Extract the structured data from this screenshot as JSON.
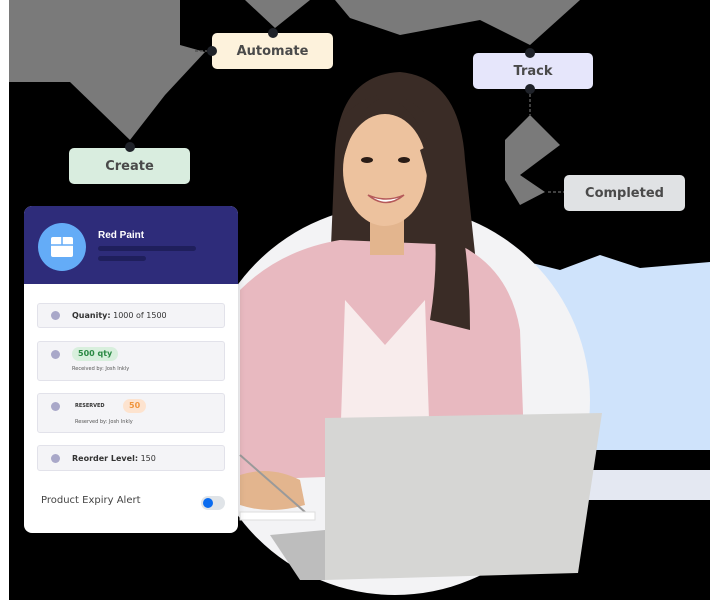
{
  "flow": {
    "nodes": [
      {
        "id": "automate",
        "label": "Automate",
        "color": "#fdf2dc"
      },
      {
        "id": "track",
        "label": "Track",
        "color": "#e6e6fb"
      },
      {
        "id": "create",
        "label": "Create",
        "color": "#d9eddf"
      },
      {
        "id": "completed",
        "label": "Completed",
        "color": "#e0e2e4"
      }
    ]
  },
  "card": {
    "title": "Red Paint",
    "icon": "box-icon",
    "header_color": "#2e2c7a",
    "quantity": {
      "label": "Quanity:",
      "value": "1000 of 1500"
    },
    "received": {
      "badge": "500 qty",
      "sub": "Received by: Josh Inkly"
    },
    "reserved": {
      "label": "RESERVED",
      "badge": "50",
      "sub": "Reserved by: Josh Inkly"
    },
    "reorder": {
      "label": "Reorder Level:",
      "value": "150"
    },
    "expiry_alert": {
      "label": "Product Expiry Alert",
      "enabled": true
    }
  },
  "colors": {
    "accent_blue": "#0a6cf0",
    "avatar_blue": "#64acf7",
    "badge_green_bg": "#d8efdd",
    "badge_green_text": "#2c8a45",
    "badge_orange_bg": "#fde3cf",
    "badge_orange_text": "#f0963f"
  }
}
